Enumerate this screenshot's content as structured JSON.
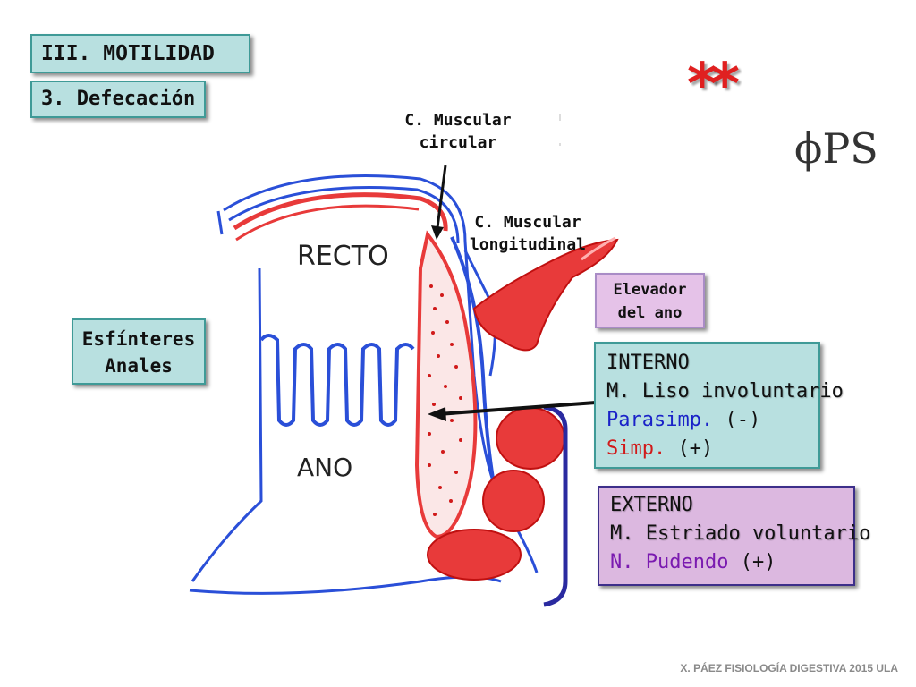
{
  "slide": {
    "section": "III. MOTILIDAD",
    "subsection": "3. Defecación",
    "stars": "**",
    "handwritten_note": "ϕPS",
    "footer": "X. PÁEZ   FISIOLOGÍA DIGESTIVA 2015  ULA"
  },
  "diagram": {
    "recto_label": "RECTO",
    "ano_label": "ANO",
    "circular_muscle": [
      "C. Muscular",
      "circular"
    ],
    "longitudinal_muscle": [
      "C. Muscular",
      "longitudinal"
    ],
    "elevator": [
      "Elevador",
      "del ano"
    ],
    "sphincters_title": [
      "Esfínteres",
      "Anales"
    ]
  },
  "internal": {
    "title": "INTERNO",
    "type": "M. Liso involuntario",
    "para_name": "Parasimp.",
    "para_sign": "(-)",
    "simp_name": "Simp.",
    "simp_sign": "(+)"
  },
  "external": {
    "title": "EXTERNO",
    "type": "M. Estriado voluntario",
    "nerve_name": "N. Pudendo",
    "nerve_sign": "(+)"
  },
  "colors": {
    "muscle_red": "#e83a3a",
    "outline_blue": "#2a4fd8",
    "internal_box": "#b8e0e0",
    "external_box": "#dcb8e0"
  }
}
